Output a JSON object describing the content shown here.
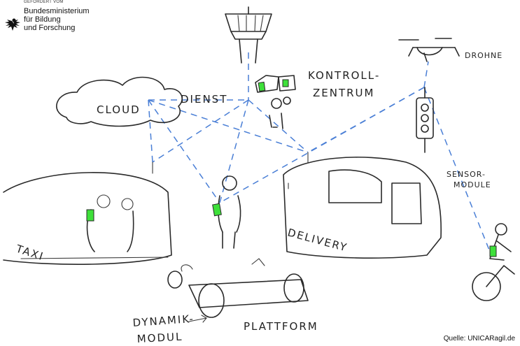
{
  "sponsor": {
    "prefix": "GEFÖRDERT VOM",
    "ministry_lines": [
      "Bundesministerium",
      "für Bildung",
      "und Forschung"
    ],
    "flag_colors": [
      "#000000",
      "#dd0000",
      "#ffcc00"
    ]
  },
  "labels": {
    "cloud": "CLOUD",
    "service": "DIENST",
    "control_center_1": "KONTROLL-",
    "control_center_2": "ZENTRUM",
    "drone": "DROHNE",
    "sensor_1": "SENSOR-",
    "sensor_2": "MODULE",
    "taxi": "TAXI",
    "delivery": "DELIVERY",
    "dynamics_1": "DYNAMIK-",
    "dynamics_2": "MODUL",
    "platform": "PLATTFORM"
  },
  "source": "Quelle: UNICARagil.de",
  "colors": {
    "link": "#4a7fd6",
    "screen": "#3ee03a",
    "ink": "#2a2a2a"
  }
}
